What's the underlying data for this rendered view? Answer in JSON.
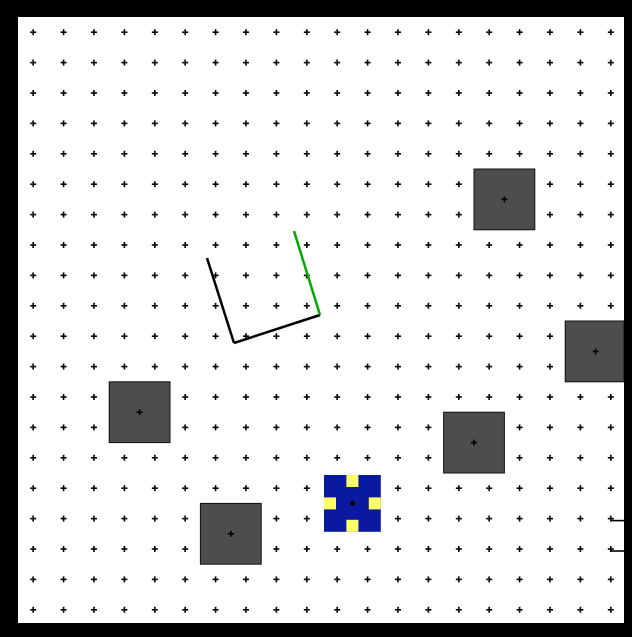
{
  "board": {
    "rows": 20,
    "cols": 20,
    "background": "#ffffff",
    "frame_color": "#000000",
    "grid_mark_color": "#000000"
  },
  "obstacles": {
    "color": "#4d4d4d",
    "items": [
      {
        "name": "obstacle-block",
        "col": 3,
        "row": 12
      },
      {
        "name": "obstacle-block",
        "col": 6,
        "row": 16
      },
      {
        "name": "obstacle-block",
        "col": 14,
        "row": 13
      },
      {
        "name": "obstacle-block",
        "col": 15,
        "row": 5
      },
      {
        "name": "obstacle-block",
        "col": 18,
        "row": 10
      }
    ]
  },
  "goal": {
    "col": 10,
    "row": 15,
    "fill_color": "#0a1aa0",
    "marker_color": "#ffff66"
  },
  "agent": {
    "body_color": "#000000",
    "heading_color": "#00aa00",
    "heading": "up-right",
    "pivot_col": 7.5,
    "pivot_row": 10
  },
  "edge_ticks": {
    "side": "right",
    "rows": [
      16,
      17
    ]
  }
}
